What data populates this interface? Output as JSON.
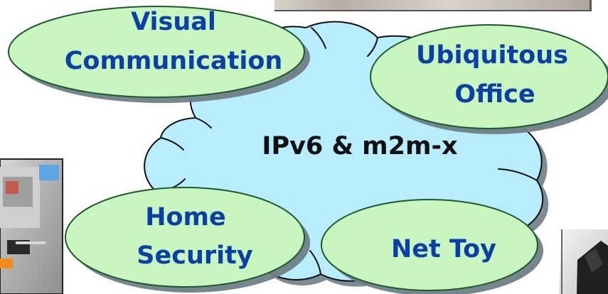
{
  "diagram": {
    "center": {
      "label": "IPv6 & m2m-x"
    },
    "nodes": [
      {
        "id": "visual-communication",
        "lines": [
          "Visual",
          "Communication"
        ]
      },
      {
        "id": "ubiquitous-office",
        "lines": [
          "Ubiquitous",
          "Office"
        ]
      },
      {
        "id": "home-security",
        "lines": [
          "Home",
          "Security"
        ]
      },
      {
        "id": "net-toy",
        "lines": [
          "Net Toy"
        ]
      }
    ]
  },
  "colors": {
    "bubble_fill": "#c8f5c0",
    "bubble_stroke": "#1c5a2e",
    "cloud_fill": "#b8ecff",
    "cloud_stroke": "#111111",
    "node_text": "#0a3fa6",
    "center_text": "#111111",
    "shadow": "#6f7f86"
  }
}
